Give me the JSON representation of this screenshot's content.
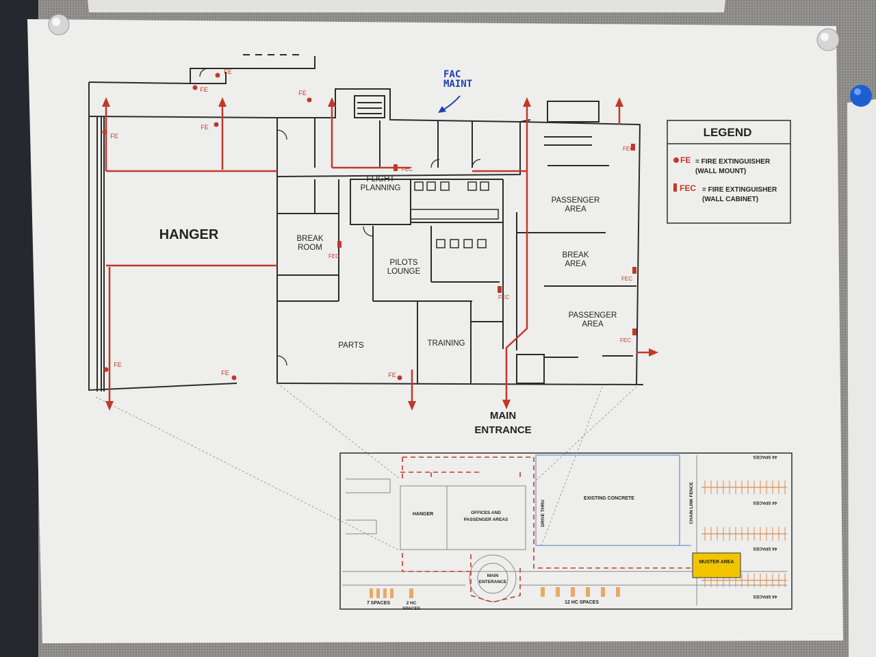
{
  "annotation": "FAC\nMAINT",
  "rooms": {
    "hanger": "HANGER",
    "flight_planning": "FLIGHT\nPLANNING",
    "break_room": "BREAK\nROOM",
    "pilots_lounge": "PILOTS\nLOUNGE",
    "parts": "PARTS",
    "training": "TRAINING",
    "passenger_area_top": "PASSENGER\nAREA",
    "break_area": "BREAK\nAREA",
    "passenger_area_bottom": "PASSENGER\nAREA"
  },
  "main_entrance": "MAIN\nENTRANCE",
  "legend": {
    "title": "LEGEND",
    "fe_key": "FE",
    "fe_desc": "= FIRE EXTINGUISHER\n(WALL MOUNT)",
    "fec_key": "FEC",
    "fec_desc": "= FIRE EXTINGUISHER\n(WALL CABINET)"
  },
  "markers": {
    "fe": "FE",
    "fec": "FEC"
  },
  "site": {
    "hanger": "HANGER",
    "offices": "OFFICES AND\nPASSENGER AREAS",
    "drive_thru": "DRIVE THRU",
    "existing_concrete": "EXISTING CONCRETE",
    "chain_link_fence": "CHAIN LINK FENCE",
    "muster_area": "MUSTER AREA",
    "main_entrance": "MAIN\nENTERANCE",
    "seven_spaces": "7 SPACES",
    "two_hc": "2 HC\nSPACES",
    "twelve_hc": "12 HC SPACES",
    "spaces_44": "44 SPACES"
  },
  "colors": {
    "route": "#c0392b",
    "walls": "#2b2b2b",
    "paper": "#efefed",
    "muster": "#f2c500",
    "annotation": "#1f3fb5",
    "fence": "#4a7fc1"
  }
}
